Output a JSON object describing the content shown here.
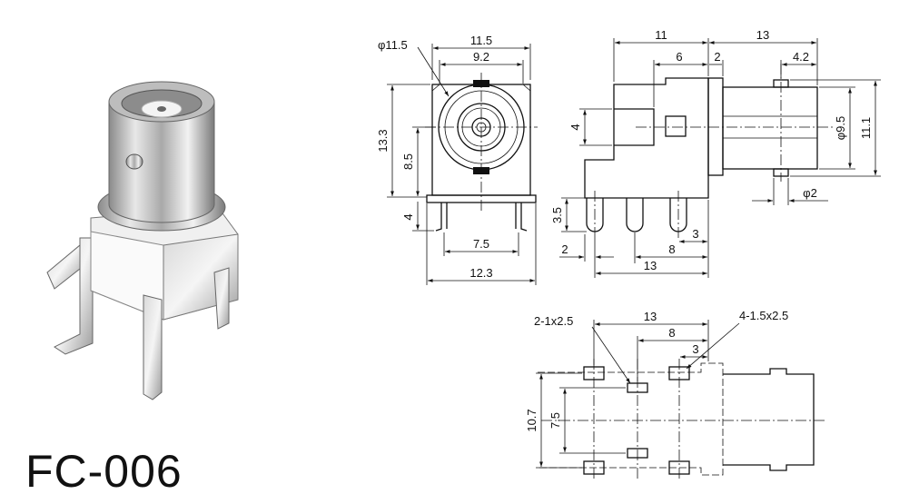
{
  "product": {
    "model": "FC-006"
  },
  "front_view": {
    "outer_diameter": "φ11.5",
    "width": "11.5",
    "inner_width": "9.2",
    "height": "13.3",
    "center_height": "8.5",
    "pin_length": "4",
    "pin_spacing": "7.5",
    "base_width": "12.3"
  },
  "side_view": {
    "body_length": "11",
    "barrel_length": "13",
    "flange_offset": "6",
    "flange_width": "2",
    "stud_offset": "4.2",
    "step_height": "4",
    "barrel_diameter": "φ9.5",
    "overall_height": "11.1",
    "stud_diameter": "φ2",
    "pin_length": "3.5",
    "pin_edge_offset": "2",
    "pin_pitch_8": "8",
    "pin_pitch_3": "3",
    "pin_span": "13"
  },
  "pcb_layout": {
    "small_pads": "2-1x2.5",
    "large_pads": "4-1.5x2.5",
    "span": "13",
    "pitch_8": "8",
    "pitch_3": "3",
    "outer_spacing": "10.7",
    "inner_spacing": "7.5"
  }
}
